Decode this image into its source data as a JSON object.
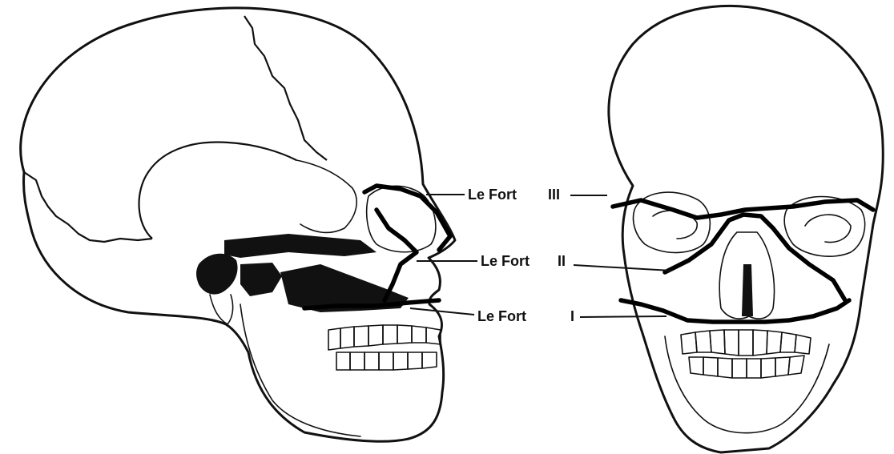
{
  "labels": {
    "le_fort_3": {
      "name": "Le Fort",
      "numeral": "III"
    },
    "le_fort_2": {
      "name": "Le Fort",
      "numeral": "II"
    },
    "le_fort_1": {
      "name": "Le Fort",
      "numeral": "I"
    }
  },
  "colors": {
    "ink": "#111111",
    "background": "#ffffff"
  }
}
